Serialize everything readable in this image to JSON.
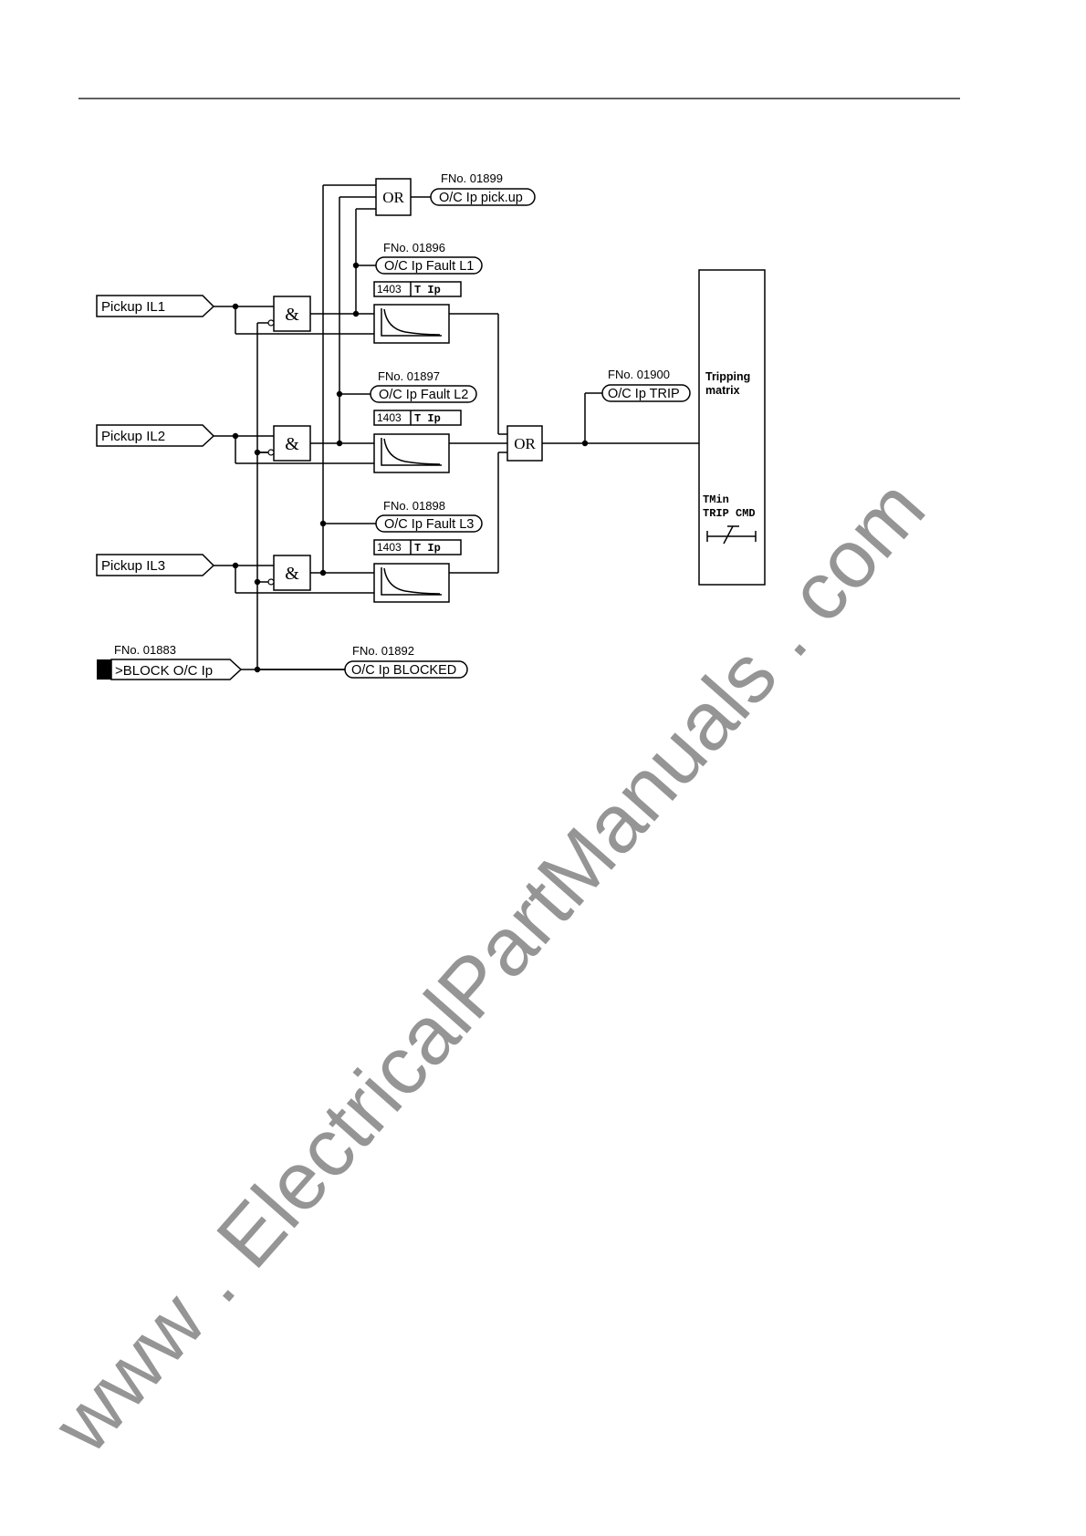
{
  "inputs": {
    "pickup_il1": "Pickup IL1",
    "pickup_il2": "Pickup IL2",
    "pickup_il3": "Pickup IL3",
    "block_fno": "FNo. 01883",
    "block_label": ">BLOCK O/C Ip"
  },
  "gates": {
    "and_symbol": "&",
    "or_symbol": "OR"
  },
  "timers": {
    "param_no": "1403",
    "param_name": "T Ip"
  },
  "outputs": {
    "pickup_fno": "FNo. 01899",
    "pickup_label": "O/C Ip pick.up",
    "fault_l1_fno": "FNo. 01896",
    "fault_l1_label": "O/C Ip Fault L1",
    "fault_l2_fno": "FNo. 01897",
    "fault_l2_label": "O/C Ip Fault L2",
    "fault_l3_fno": "FNo. 01898",
    "fault_l3_label": "O/C Ip Fault L3",
    "trip_fno": "FNo. 01900",
    "trip_label": "O/C Ip TRIP",
    "blocked_fno": "FNo. 01892",
    "blocked_label": "O/C Ip BLOCKED"
  },
  "tripping_matrix": {
    "title_line1": "Tripping",
    "title_line2": "matrix",
    "tmin_line1": "TMin",
    "tmin_line2": "TRIP CMD"
  },
  "watermark": "www . ElectricalPartManuals . com",
  "colors": {
    "line": "#000000",
    "watermark": "#8a8a8a"
  }
}
